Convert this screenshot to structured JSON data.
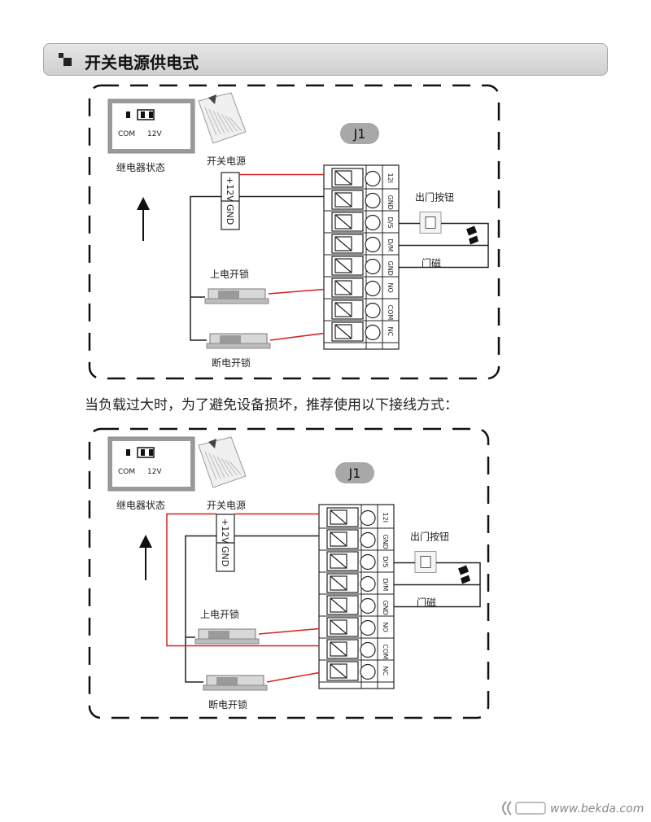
{
  "header": {
    "title": "开关电源供电式"
  },
  "caption": "当负载过大时，为了避免设备损坏，推荐使用以下接线方式：",
  "labels": {
    "relay_com": "COM",
    "relay_12v": "12V",
    "relay_state": "继电器状态",
    "power_supply": "开关电源",
    "plus12v": "+12V",
    "gnd": "GND",
    "connector": "J1",
    "exit_button": "出门按钮",
    "door_magnet": "门磁",
    "power_on_lock": "上电开锁",
    "power_off_lock": "断电开锁"
  },
  "terminals": [
    "12I",
    "GND",
    "D/S",
    "D/M",
    "GND",
    "NO",
    "COM",
    "NC"
  ],
  "colors": {
    "red_wire": "#d42020",
    "black_wire": "#222222"
  },
  "watermark": {
    "site": "www.bekda.com"
  }
}
